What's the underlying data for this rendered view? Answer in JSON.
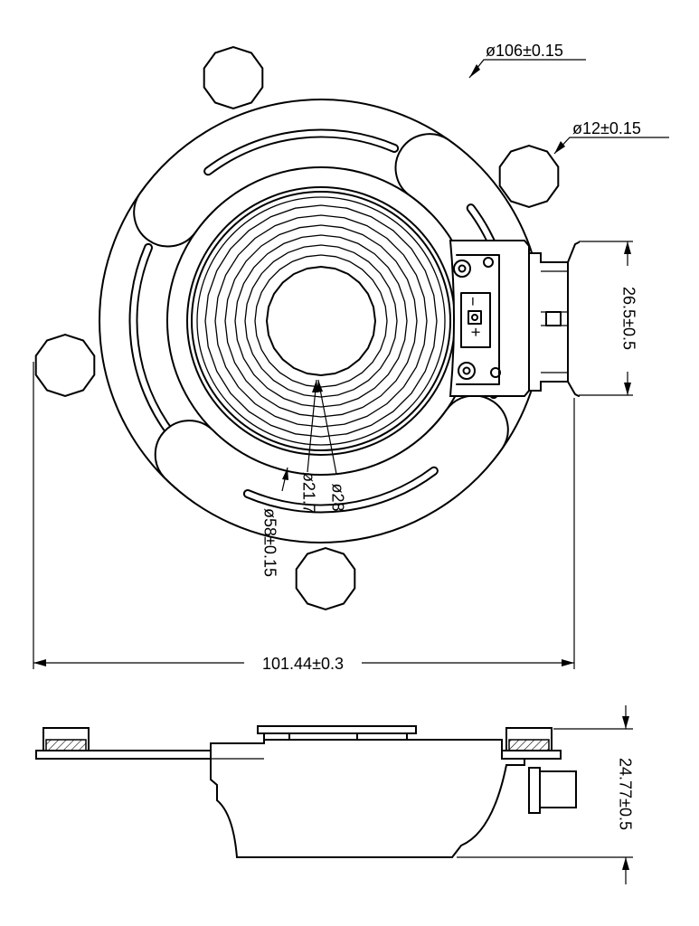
{
  "drawing": {
    "dimensions": {
      "outer_diameter": "ø106±0.15",
      "hole_diameter": "ø12±0.15",
      "terminal_height": "26.5±0.5",
      "inner_diameter_1": "ø21.7",
      "inner_diameter_2": "ø28",
      "diaphragm_diameter": "ø58±0.15",
      "overall_width": "101.44±0.3",
      "overall_height": "24.77±0.5"
    },
    "terminal": {
      "minus_sign": "−",
      "plus_sign": "+"
    }
  }
}
